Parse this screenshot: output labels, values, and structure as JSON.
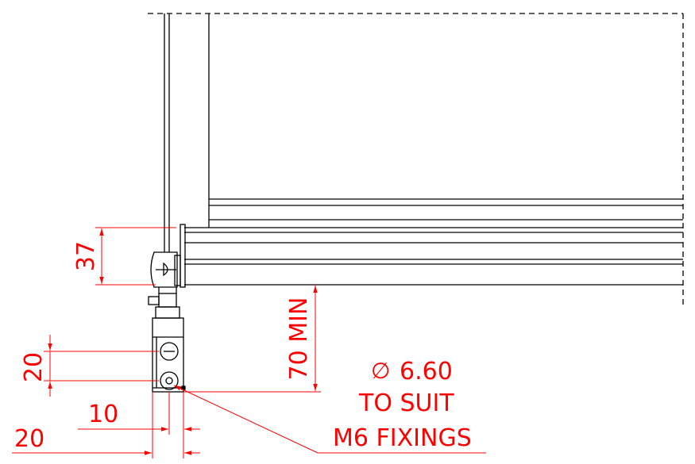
{
  "colors": {
    "outline": "#000000",
    "dimension": "#ff0000",
    "background": "#ffffff"
  },
  "dimensions": {
    "d37": "37",
    "d70": "70 MIN",
    "d20_vertical": "20",
    "d10": "10",
    "d20_horizontal": "20"
  },
  "note": {
    "diameter_symbol": "∅",
    "diameter_value": "6.60",
    "line2": "TO SUIT",
    "line3": "M6 FIXINGS"
  }
}
